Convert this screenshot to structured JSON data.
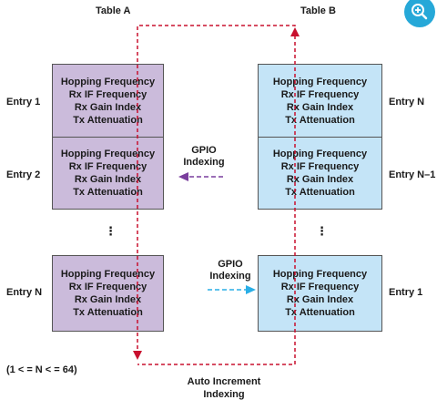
{
  "headers": {
    "table_a": "Table A",
    "table_b": "Table B"
  },
  "entry_labels_left": [
    "Entry 1",
    "Entry 2",
    "Entry N"
  ],
  "entry_labels_right": [
    "Entry N",
    "Entry N–1",
    "Entry 1"
  ],
  "box_lines": [
    "Hopping Frequency",
    "Rx IF Frequency",
    "Rx Gain Index",
    "Tx Attenuation"
  ],
  "ellipsis": "⋮",
  "gpio_top": {
    "line1": "GPIO",
    "line2": "Indexing"
  },
  "gpio_bottom": {
    "line1": "GPIO",
    "line2": "Indexing"
  },
  "range_note": "(1 < = N < = 64)",
  "auto_increment": {
    "line1": "Auto Increment",
    "line2": "Indexing"
  },
  "colors": {
    "table_a_fill": "#cbbbdb",
    "table_b_fill": "#c4e4f7",
    "loop_arrow": "#c8102e",
    "gpio_top_arrow": "#7a3e9d",
    "gpio_bottom_arrow": "#29aee6",
    "zoom_button": "#26a8d8"
  },
  "icons": {
    "zoom": "zoom-in-icon"
  }
}
